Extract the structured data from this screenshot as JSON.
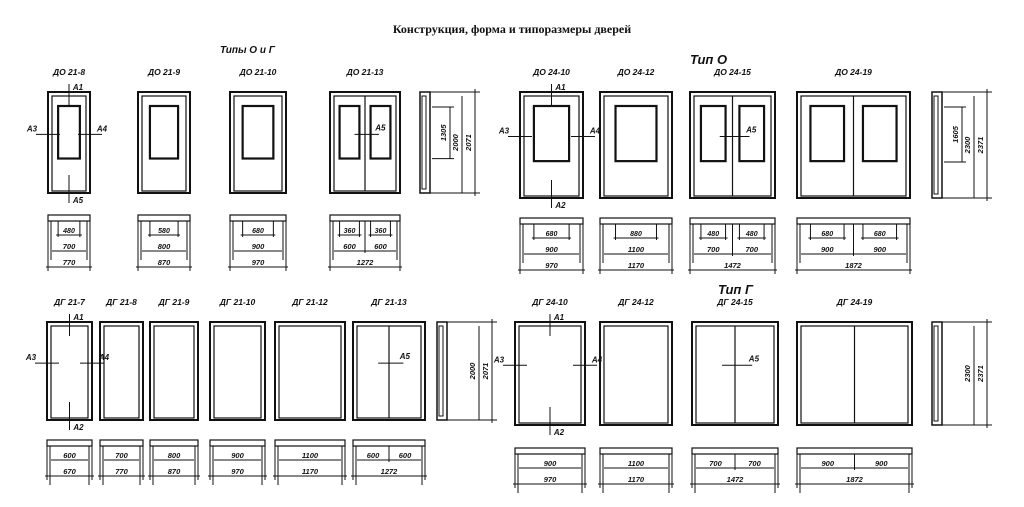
{
  "title": "Конструкция, форма и типоразмеры дверей",
  "group_labels": {
    "types_o_g": "Типы О и Г",
    "type_o": "Тип О",
    "type_g": "Тип Г"
  },
  "markers": {
    "a1": "A1",
    "a2": "A2",
    "a3": "A3",
    "a4": "A4",
    "a5": "A5"
  },
  "rows": [
    {
      "doors": [
        {
          "label": "ДО 21-8",
          "leaves": 1,
          "glass": [
            "480"
          ],
          "leaf": [
            "700"
          ],
          "total": "770",
          "markers": "full5"
        },
        {
          "label": "ДО 21-9",
          "leaves": 1,
          "glass": [
            "580"
          ],
          "leaf": [
            "800"
          ],
          "total": "870"
        },
        {
          "label": "ДО 21-10",
          "leaves": 1,
          "glass": [
            "680"
          ],
          "leaf": [
            "900"
          ],
          "total": "970"
        },
        {
          "label": "ДО 21-13",
          "leaves": 2,
          "glass": [
            "360",
            "360"
          ],
          "leaf": [
            "600",
            "600"
          ],
          "total": "1272",
          "markers": "a5"
        }
      ],
      "side": {
        "glass_h": "1305",
        "leaf_h": "2000",
        "total_h": "2071"
      }
    },
    {
      "doors": [
        {
          "label": "ДО 24-10",
          "leaves": 1,
          "glass": [
            "680"
          ],
          "leaf": [
            "900"
          ],
          "total": "970",
          "markers": "full"
        },
        {
          "label": "ДО 24-12",
          "leaves": 1,
          "glass": [
            "880"
          ],
          "leaf": [
            "1100"
          ],
          "total": "1170"
        },
        {
          "label": "ДО 24-15",
          "leaves": 2,
          "glass": [
            "480",
            "480"
          ],
          "leaf": [
            "700",
            "700"
          ],
          "total": "1472",
          "markers": "a5"
        },
        {
          "label": "ДО 24-19",
          "leaves": 2,
          "glass": [
            "680",
            "680"
          ],
          "leaf": [
            "900",
            "900"
          ],
          "total": "1872"
        }
      ],
      "side": {
        "glass_h": "1605",
        "leaf_h": "2300",
        "total_h": "2371"
      }
    },
    {
      "doors": [
        {
          "label": "ДГ 21-7",
          "leaves": 1,
          "leaf": [
            "600"
          ],
          "total": "670",
          "markers": "full"
        },
        {
          "label": "ДГ 21-8",
          "leaves": 1,
          "leaf": [
            "700"
          ],
          "total": "770"
        },
        {
          "label": "ДГ 21-9",
          "leaves": 1,
          "leaf": [
            "800"
          ],
          "total": "870"
        },
        {
          "label": "ДГ 21-10",
          "leaves": 1,
          "leaf": [
            "900"
          ],
          "total": "970"
        },
        {
          "label": "ДГ 21-12",
          "leaves": 1,
          "leaf": [
            "1100"
          ],
          "total": "1170"
        },
        {
          "label": "ДГ 21-13",
          "leaves": 2,
          "leaf": [
            "600",
            "600"
          ],
          "total": "1272",
          "markers": "a5"
        }
      ],
      "side": {
        "leaf_h": "2000",
        "total_h": "2071"
      }
    },
    {
      "doors": [
        {
          "label": "ДГ 24-10",
          "leaves": 1,
          "leaf": [
            "900"
          ],
          "total": "970",
          "markers": "full"
        },
        {
          "label": "ДГ 24-12",
          "leaves": 1,
          "leaf": [
            "1100"
          ],
          "total": "1170"
        },
        {
          "label": "ДГ 24-15",
          "leaves": 2,
          "leaf": [
            "700",
            "700"
          ],
          "total": "1472",
          "markers": "a5"
        },
        {
          "label": "ДГ 24-19",
          "leaves": 2,
          "leaf": [
            "900",
            "900"
          ],
          "total": "1872"
        }
      ],
      "side": {
        "leaf_h": "2300",
        "total_h": "2371"
      }
    }
  ]
}
